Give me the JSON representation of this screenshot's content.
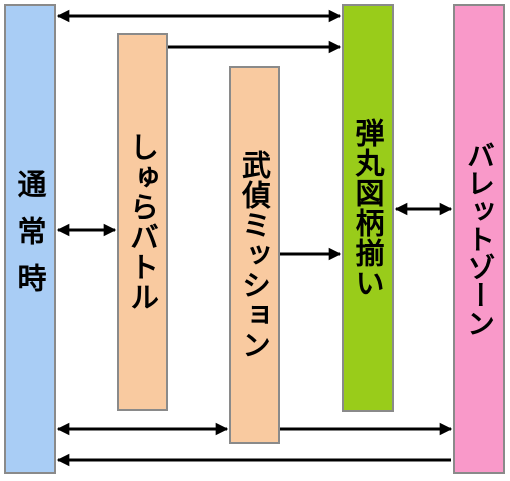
{
  "states": [
    {
      "id": "normal",
      "label": "通常時",
      "color": "#a9cdf5"
    },
    {
      "id": "shura",
      "label": "しゅらバトル",
      "color": "#f9caa0"
    },
    {
      "id": "bushin",
      "label": "武偵ミッション",
      "color": "#f9caa0"
    },
    {
      "id": "zugara",
      "label": "弾丸図柄揃い",
      "color": "#99cc1a"
    },
    {
      "id": "bullet",
      "label": "バレットゾーン",
      "color": "#f999c9"
    }
  ],
  "transitions": [
    {
      "from": "normal",
      "to": "zugara",
      "direction": "both"
    },
    {
      "from": "shura",
      "to": "zugara",
      "direction": "forward"
    },
    {
      "from": "normal",
      "to": "shura",
      "direction": "both"
    },
    {
      "from": "bushin",
      "to": "zugara",
      "direction": "forward"
    },
    {
      "from": "zugara",
      "to": "bullet",
      "direction": "both"
    },
    {
      "from": "normal",
      "to": "bushin",
      "direction": "both"
    },
    {
      "from": "bushin",
      "to": "bullet",
      "direction": "forward"
    },
    {
      "from": "bullet",
      "to": "normal",
      "direction": "forward"
    }
  ],
  "colors": {
    "arrow": "#000000",
    "border": "#8a8a8a"
  }
}
